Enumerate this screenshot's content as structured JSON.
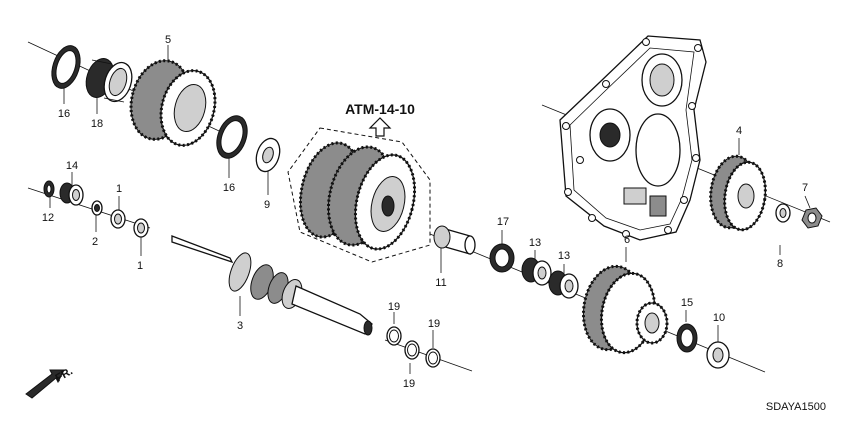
{
  "reference_label": "ATM-14-10",
  "diagram_code": "SDAYA1500",
  "direction_label": "FR.",
  "callouts": {
    "c1a": "1",
    "c1b": "1",
    "c2": "2",
    "c3": "3",
    "c4": "4",
    "c5": "5",
    "c6": "6",
    "c7": "7",
    "c8": "8",
    "c9": "9",
    "c10": "10",
    "c11": "11",
    "c12": "12",
    "c13a": "13",
    "c13b": "13",
    "c14": "14",
    "c15": "15",
    "c16a": "16",
    "c16b": "16",
    "c17": "17",
    "c18": "18",
    "c19a": "19",
    "c19b": "19",
    "c19c": "19"
  }
}
